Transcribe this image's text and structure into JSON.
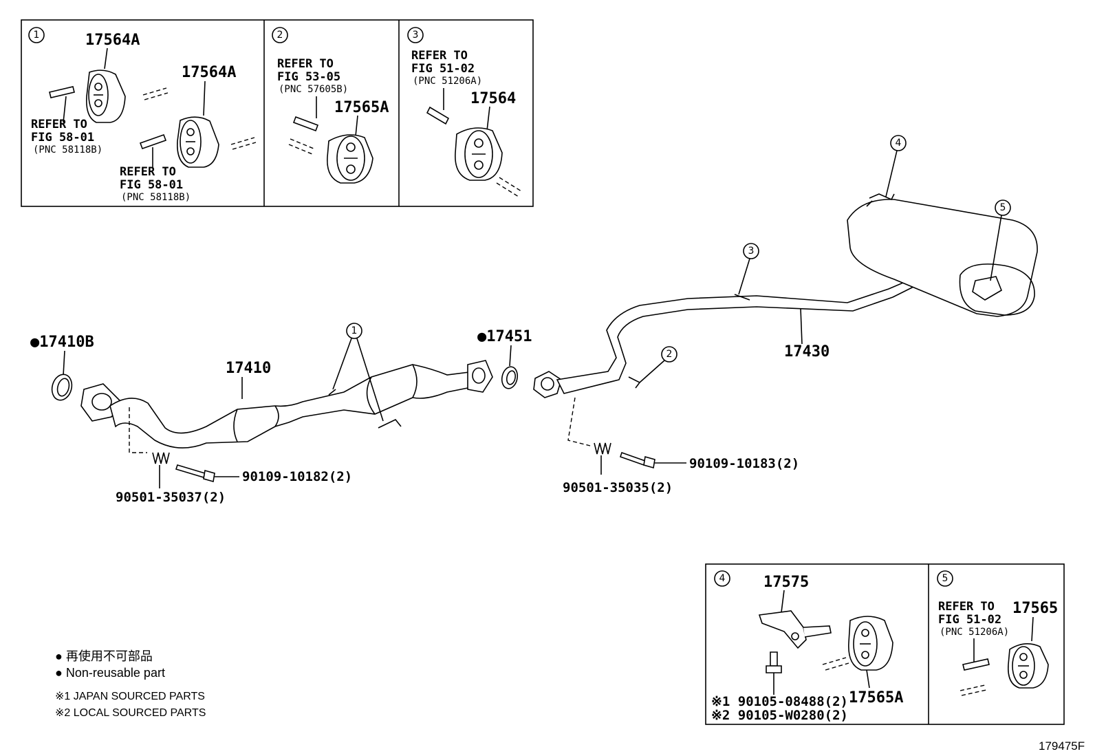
{
  "insets": {
    "inset1": {
      "number": "①",
      "part_a": "17564A",
      "part_b": "17564A",
      "ref1": {
        "line1": "REFER TO",
        "line2": "FIG 58-01",
        "line3": "(PNC 58118B)"
      },
      "ref2": {
        "line1": "REFER TO",
        "line2": "FIG 58-01",
        "line3": "(PNC 58118B)"
      }
    },
    "inset2": {
      "number": "②",
      "part": "17565A",
      "ref": {
        "line1": "REFER TO",
        "line2": "FIG 53-05",
        "line3": "(PNC 57605B)"
      }
    },
    "inset3": {
      "number": "③",
      "part": "17564",
      "ref": {
        "line1": "REFER TO",
        "line2": "FIG 51-02",
        "line3": "(PNC 51206A)"
      }
    },
    "inset4": {
      "number": "④",
      "part_bracket": "17575",
      "part_insulator": "17565A",
      "bolt1": "※1 90105-08488(2)",
      "bolt2": "※2 90105-W0280(2)"
    },
    "inset5": {
      "number": "⑤",
      "part": "17565",
      "ref": {
        "line1": "REFER TO",
        "line2": "FIG 51-02",
        "line3": "(PNC 51206A)"
      }
    }
  },
  "main": {
    "gasket_front": "●17410B",
    "front_pipe": "17410",
    "gasket_center": "●17451",
    "tail_pipe": "17430",
    "bolt_front": "90109-10182(2)",
    "spring_front": "90501-35037(2)",
    "bolt_rear": "90109-10183(2)",
    "spring_rear": "90501-35035(2)",
    "callouts": [
      "1",
      "2",
      "3",
      "4",
      "5"
    ]
  },
  "legend": {
    "jp_nonreusable": "● 再使用不可部品",
    "en_nonreusable": "● Non-reusable part",
    "note1": "※1 JAPAN SOURCED PARTS",
    "note2": "※2 LOCAL SOURCED PARTS"
  },
  "figure_code": "179475F"
}
